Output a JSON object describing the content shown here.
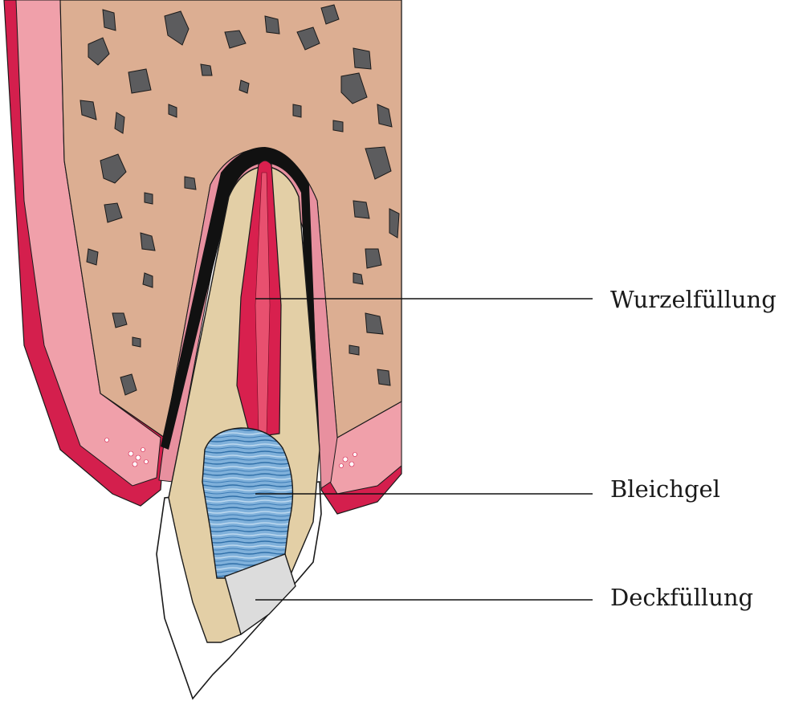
{
  "labels": {
    "root_filling": "Wurzelfüllung",
    "bleaching_gel": "Bleichgel",
    "cover_filling": "Deckfüllung"
  },
  "colors": {
    "bone": "#dcae92",
    "bone_pores": "#5c5c5e",
    "gingiva_outer": "#d41f4d",
    "gingiva_inner": "#f0a0aa",
    "ligament": "#e8909f",
    "cementum_line": "#111111",
    "dentin": "#e3cfa6",
    "pulp_canal": "#d8204e",
    "gel": "#6ea2d0",
    "cover": "#dcdcdc",
    "enamel": "#ffffff"
  }
}
